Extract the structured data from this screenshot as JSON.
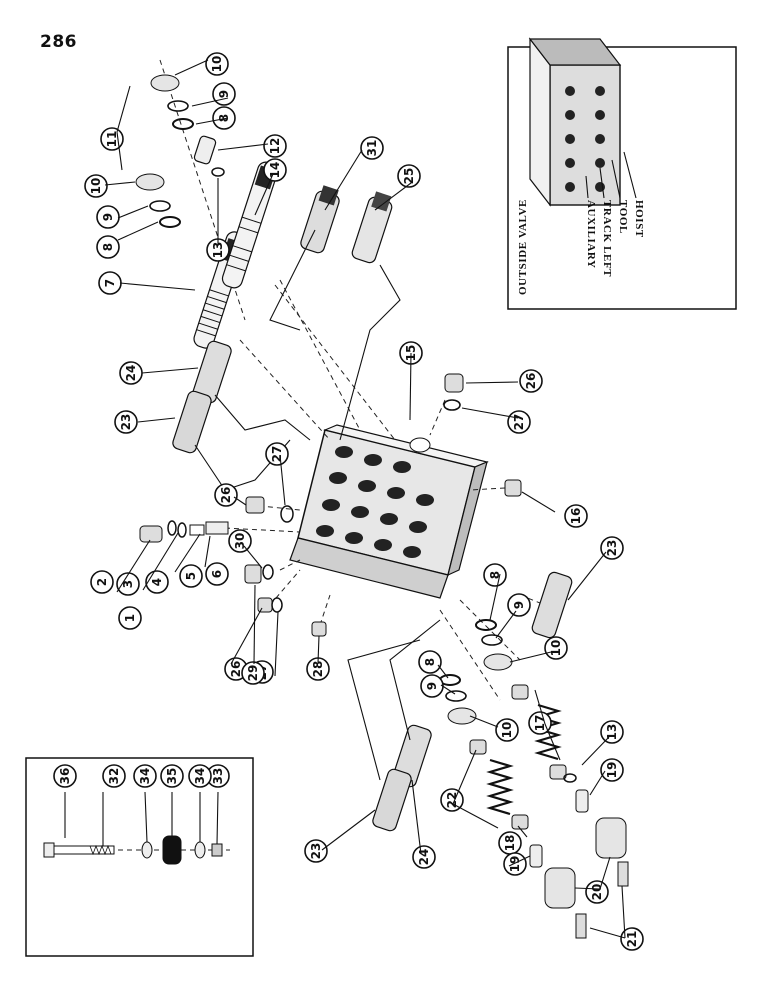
{
  "page_number": "286",
  "inset": {
    "title": "OUTSIDE VALVE",
    "labels": [
      "HOIST",
      "TOOL",
      "TRACK LEFT",
      "AUXILIARY"
    ]
  },
  "callouts": [
    "1",
    "2",
    "3",
    "4",
    "5",
    "6",
    "7",
    "8",
    "9",
    "10",
    "11",
    "12",
    "13",
    "14",
    "15",
    "16",
    "17",
    "18",
    "19",
    "20",
    "21",
    "22",
    "23",
    "24",
    "25",
    "26",
    "27",
    "28",
    "29",
    "30",
    "31",
    "32",
    "33",
    "34",
    "35",
    "36"
  ]
}
